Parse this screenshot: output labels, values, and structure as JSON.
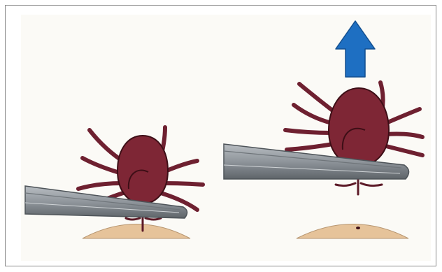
{
  "illustration": {
    "panels": [
      {
        "stage": "tick-grasped-with-tweezers"
      },
      {
        "stage": "tick-pulled-straight-up",
        "arrow_direction": "up"
      }
    ],
    "colors": {
      "tick_body": "#7e2635",
      "tick_outline": "#3d0e16",
      "tick_legs": "#6e2030",
      "skin": "#e6c39a",
      "tweezers": "#8f959b",
      "tweezers_dark": "#4e5459",
      "arrow": "#1e6fc2",
      "frame_border": "#8a8a8a",
      "background": "#fbfaf6"
    }
  }
}
